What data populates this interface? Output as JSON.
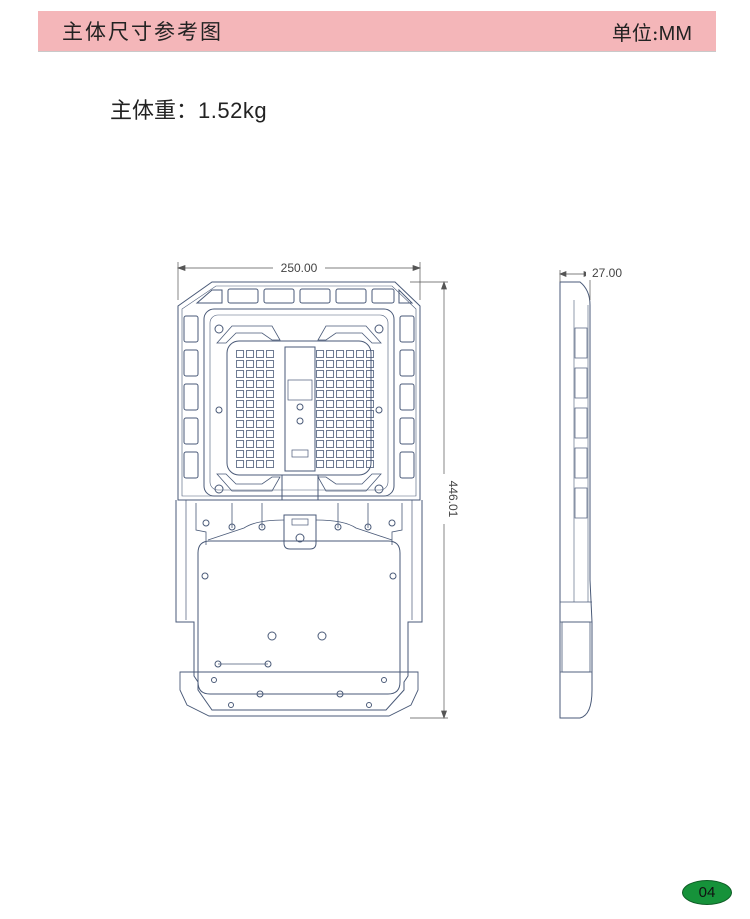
{
  "header": {
    "title": "主体尺寸参考图",
    "unit_label": "单位:",
    "unit_value": "MM"
  },
  "weight": {
    "label": "主体重：",
    "value": "1.52kg"
  },
  "dimensions": {
    "width": "250.00",
    "height": "446.01",
    "depth": "27.00"
  },
  "colors": {
    "header_bg": "#f4b6b9",
    "drawing_line": "#4a5a78",
    "page_badge": "#16923a"
  },
  "footer": {
    "page_number": "04"
  }
}
